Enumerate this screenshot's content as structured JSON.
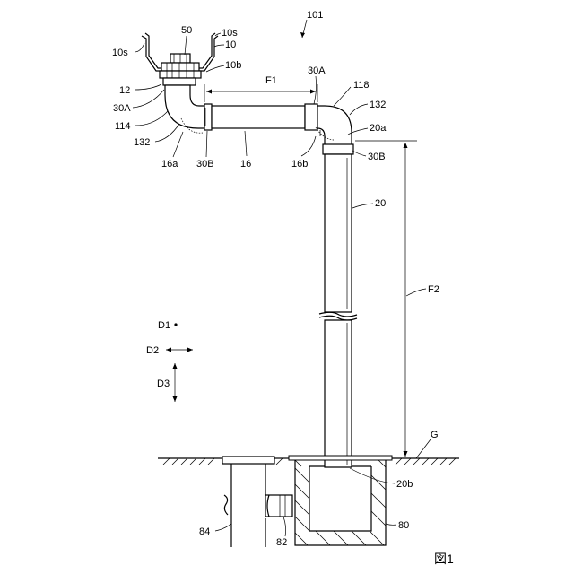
{
  "figure": {
    "figure_label": "図1",
    "title_ref": "101"
  },
  "labels": {
    "l50": "50",
    "l10s_top": "10s",
    "l10": "10",
    "l10s_left": "10s",
    "l10b": "10b",
    "l12": "12",
    "l30A_left": "30A",
    "l114": "114",
    "l132_left": "132",
    "l16a": "16a",
    "l30B_left": "30B",
    "l16": "16",
    "l16b": "16b",
    "lF1": "F1",
    "l30A_right": "30A",
    "l118": "118",
    "l132_right": "132",
    "l20a": "20a",
    "l30B_right": "30B",
    "l20": "20",
    "lF2": "F2",
    "lG": "G",
    "l20b": "20b",
    "l80": "80",
    "l82": "82",
    "l84": "84",
    "lD1": "D1",
    "lD2": "D2",
    "lD3": "D3"
  }
}
